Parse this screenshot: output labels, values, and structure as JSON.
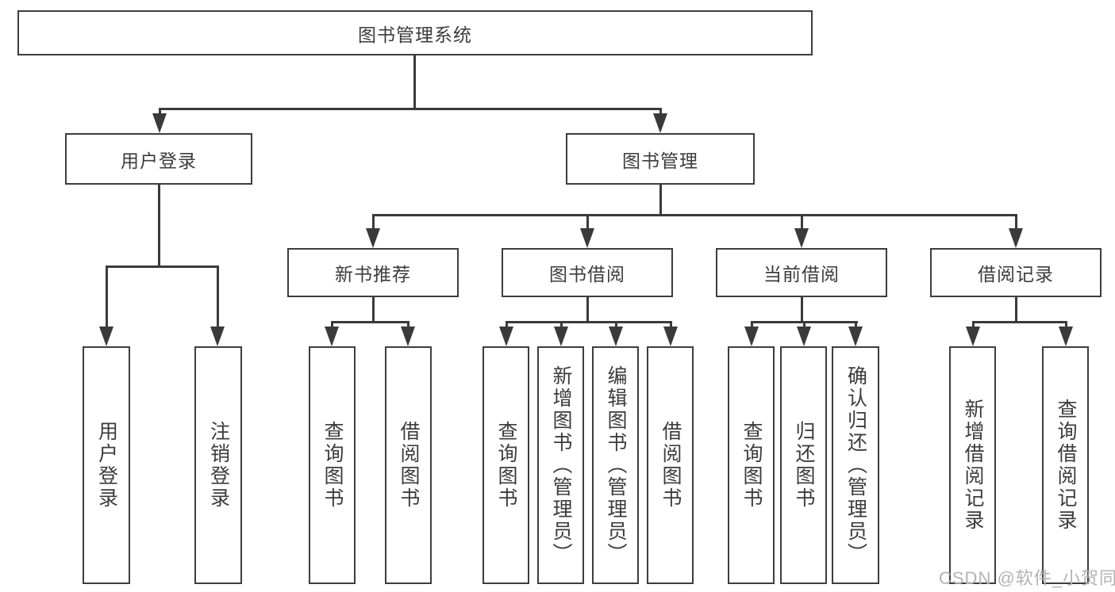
{
  "diagram": {
    "title": "图书管理系统",
    "type": "hierarchy-tree",
    "colors": {
      "line": "#3a3a3a",
      "border": "#3d3d3d",
      "text": "#3c3c3c",
      "background": "#ffffff",
      "watermark": "#b3b3b3"
    },
    "tree": {
      "label": "图书管理系统",
      "children": [
        {
          "label": "用户登录",
          "children": [
            {
              "label": "用户登录"
            },
            {
              "label": "注销登录"
            }
          ]
        },
        {
          "label": "图书管理",
          "children": [
            {
              "label": "新书推荐",
              "children": [
                {
                  "label": "查询图书"
                },
                {
                  "label": "借阅图书"
                }
              ]
            },
            {
              "label": "图书借阅",
              "children": [
                {
                  "label": "查询图书"
                },
                {
                  "label": "新增图书（管理员）"
                },
                {
                  "label": "编辑图书（管理员）"
                },
                {
                  "label": "借阅图书"
                }
              ]
            },
            {
              "label": "当前借阅",
              "children": [
                {
                  "label": "查询图书"
                },
                {
                  "label": "归还图书"
                },
                {
                  "label": "确认归还（管理员）"
                }
              ]
            },
            {
              "label": "借阅记录",
              "children": [
                {
                  "label": "新增借阅记录"
                },
                {
                  "label": "查询借阅记录"
                }
              ]
            }
          ]
        }
      ]
    },
    "watermark": "CSDN @软件_小贺同学"
  }
}
